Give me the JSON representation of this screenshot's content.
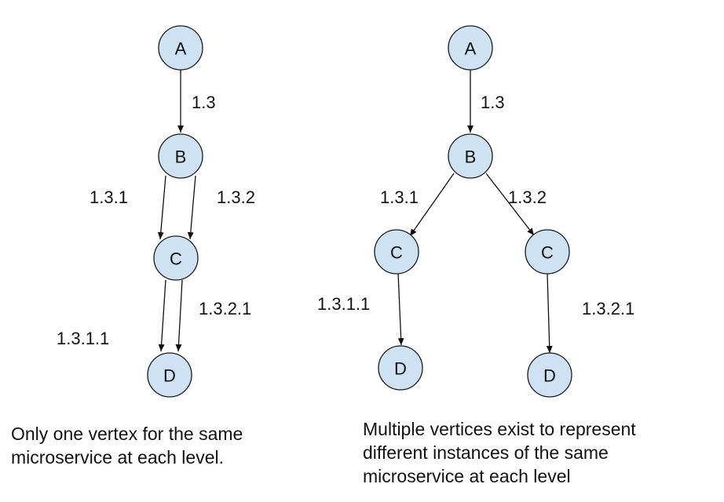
{
  "colors": {
    "node_fill": "#cfe2f3",
    "stroke": "#111111",
    "text": "#111111"
  },
  "left_diagram": {
    "nodes": {
      "a": "A",
      "b": "B",
      "c": "C",
      "d": "D"
    },
    "edges": [
      {
        "from": "A",
        "to": "B",
        "label": "1.3"
      },
      {
        "from": "B",
        "to": "C",
        "label": "1.3.1"
      },
      {
        "from": "B",
        "to": "C",
        "label": "1.3.2"
      },
      {
        "from": "C",
        "to": "D",
        "label": "1.3.1.1"
      },
      {
        "from": "C",
        "to": "D",
        "label": "1.3.2.1"
      }
    ],
    "caption": [
      "Only one vertex for the same",
      "microservice at each level."
    ]
  },
  "right_diagram": {
    "nodes": {
      "a": "A",
      "b": "B",
      "c1": "C",
      "c2": "C",
      "d1": "D",
      "d2": "D"
    },
    "edges": [
      {
        "from": "A",
        "to": "B",
        "label": "1.3"
      },
      {
        "from": "B",
        "to": "C",
        "label": "1.3.1"
      },
      {
        "from": "B",
        "to": "C",
        "label": "1.3.2"
      },
      {
        "from": "C",
        "to": "D",
        "label": "1.3.1.1"
      },
      {
        "from": "C",
        "to": "D",
        "label": "1.3.2.1"
      }
    ],
    "caption": [
      "Multiple vertices exist to represent",
      "different instances of the same",
      "microservice at each level"
    ]
  }
}
